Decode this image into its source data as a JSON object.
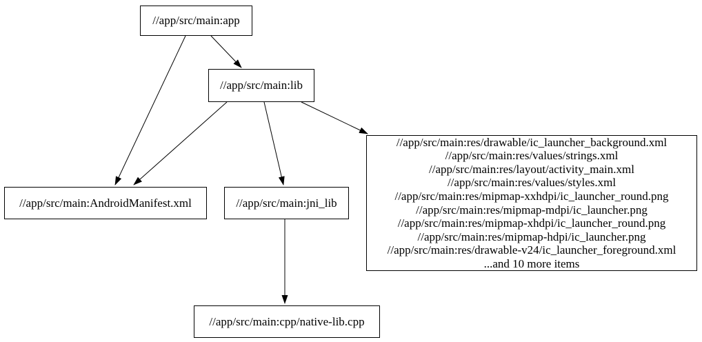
{
  "diagram": {
    "type": "dependency-graph",
    "background_color": "#ffffff",
    "node_border_color": "#000000",
    "edge_color": "#000000",
    "text_color": "#000000"
  },
  "nodes": {
    "app": {
      "label": "//app/src/main:app"
    },
    "lib": {
      "label": "//app/src/main:lib"
    },
    "manifest": {
      "label": "//app/src/main:AndroidManifest.xml"
    },
    "jni_lib": {
      "label": "//app/src/main:jni_lib"
    },
    "resources": {
      "lines": [
        "//app/src/main:res/drawable/ic_launcher_background.xml",
        "//app/src/main:res/values/strings.xml",
        "//app/src/main:res/layout/activity_main.xml",
        "//app/src/main:res/values/styles.xml",
        "//app/src/main:res/mipmap-xxhdpi/ic_launcher_round.png",
        "//app/src/main:res/mipmap-mdpi/ic_launcher.png",
        "//app/src/main:res/mipmap-xhdpi/ic_launcher_round.png",
        "//app/src/main:res/mipmap-hdpi/ic_launcher.png",
        "//app/src/main:res/drawable-v24/ic_launcher_foreground.xml",
        "...and 10 more items"
      ]
    },
    "native_lib": {
      "label": "//app/src/main:cpp/native-lib.cpp"
    }
  },
  "edges": [
    {
      "from": "app",
      "to": "lib"
    },
    {
      "from": "app",
      "to": "manifest"
    },
    {
      "from": "lib",
      "to": "manifest"
    },
    {
      "from": "lib",
      "to": "jni_lib"
    },
    {
      "from": "lib",
      "to": "resources"
    },
    {
      "from": "jni_lib",
      "to": "native_lib"
    }
  ]
}
